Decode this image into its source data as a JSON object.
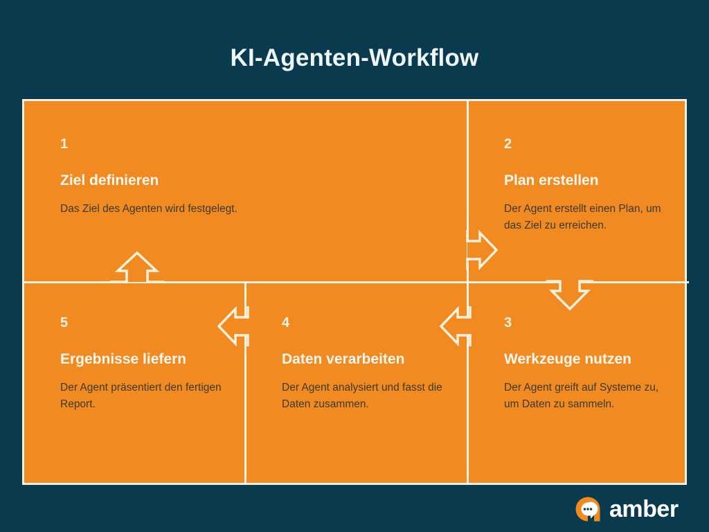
{
  "page": {
    "title": "KI-Agenten-Workflow",
    "background_color": "#0a3a4e",
    "panel_color": "#f18a21",
    "line_color": "#fbf3e2",
    "body_text_color": "#3b3a25"
  },
  "steps": [
    {
      "number": "1",
      "title": "Ziel definieren",
      "description": "Das Ziel des Agenten wird festgelegt."
    },
    {
      "number": "2",
      "title": "Plan erstellen",
      "description": "Der Agent erstellt einen Plan, um das Ziel zu erreichen."
    },
    {
      "number": "3",
      "title": "Werkzeuge nutzen",
      "description": "Der Agent greift auf Systeme zu, um Daten zu sammeln."
    },
    {
      "number": "4",
      "title": "Daten verarbeiten",
      "description": "Der Agent analysiert und fasst die Daten zusammen."
    },
    {
      "number": "5",
      "title": "Ergebnisse liefern",
      "description": "Der Agent präsentiert den fertigen Report."
    }
  ],
  "connectors": [
    {
      "name": "arrow-step-1-to-2",
      "direction": "right"
    },
    {
      "name": "arrow-step-2-to-3",
      "direction": "down"
    },
    {
      "name": "arrow-step-3-to-4",
      "direction": "left"
    },
    {
      "name": "arrow-step-4-to-5",
      "direction": "left"
    },
    {
      "name": "arrow-step-5-to-1",
      "direction": "up"
    }
  ],
  "logo": {
    "text": "amber",
    "icon": "amber-chat-bubble-icon",
    "icon_color": "#f18a21",
    "text_color": "#ffffff"
  }
}
